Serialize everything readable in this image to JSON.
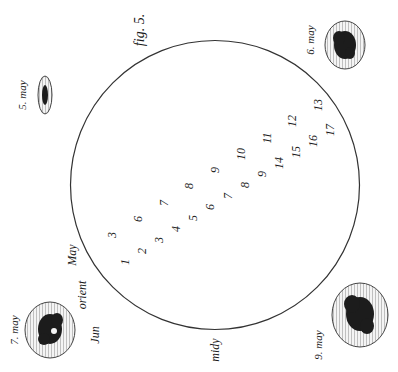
{
  "diagram": {
    "title": "fig. 5.",
    "nodes": [
      {
        "text": [
          "May",
          "orient",
          "Jun",
          "3",
          "6",
          "7",
          "8",
          "9",
          "10",
          "11",
          "12",
          "13",
          "1",
          "2",
          "3",
          "4",
          "5",
          "6",
          "7",
          "8",
          "9",
          "14",
          "15",
          "16",
          "17",
          "midy"
        ]
      }
    ],
    "labels": [
      "6. may",
      "5. may",
      "9. may",
      "7. may"
    ]
  }
}
